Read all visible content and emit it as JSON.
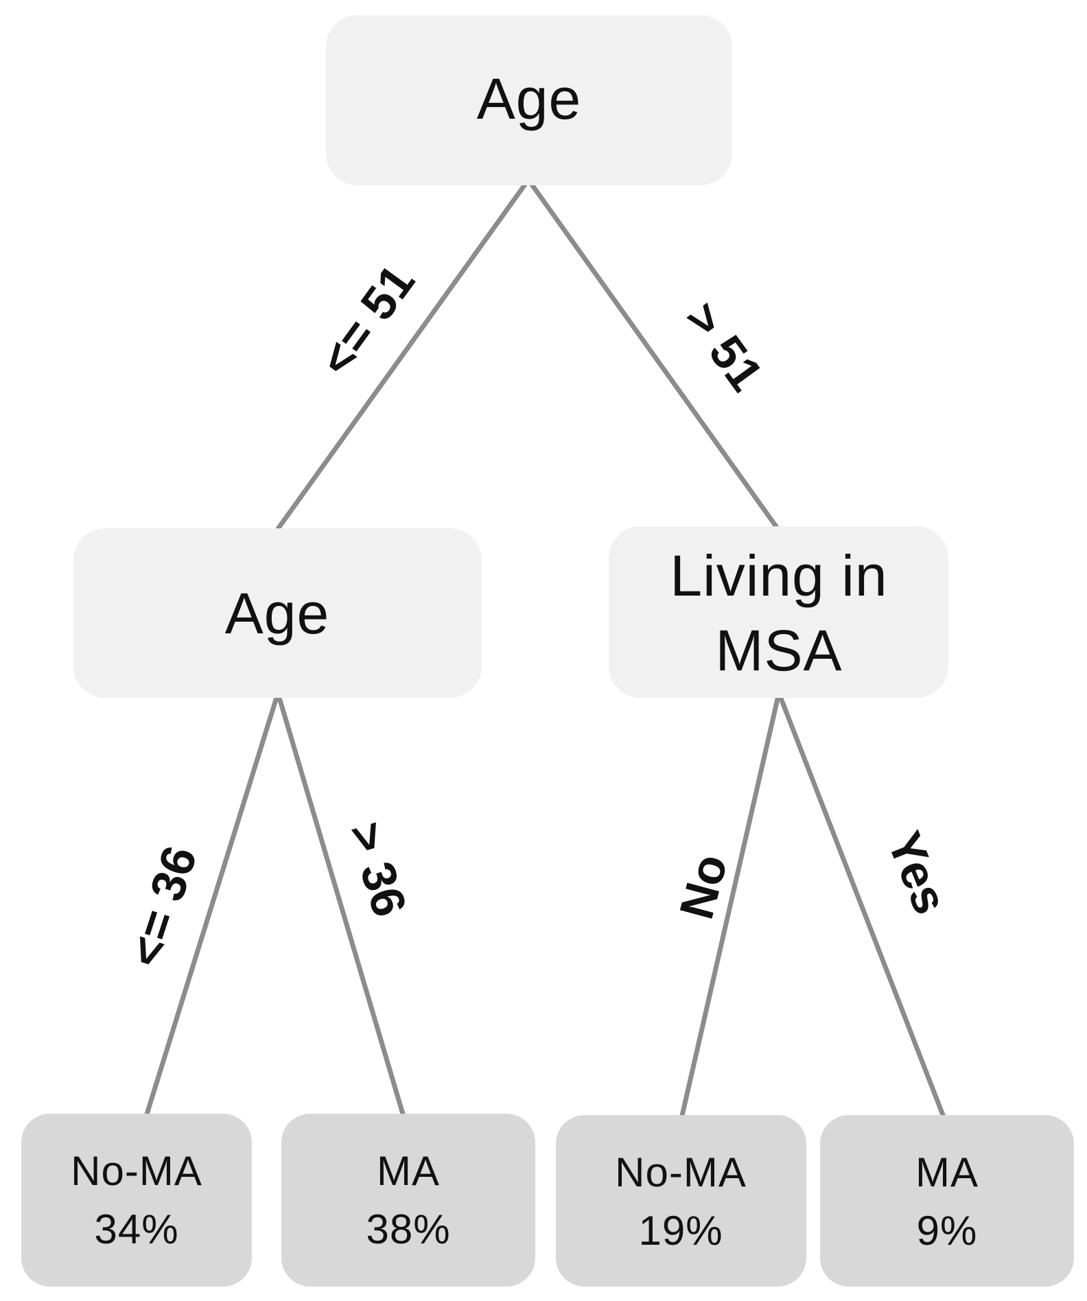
{
  "diagram": {
    "type": "decision-tree",
    "title": "",
    "colors": {
      "decision_fill": "#f1f1f1",
      "leaf_fill": "#d8d8d8",
      "edge_stroke": "#8c8c8c",
      "text": "#111111"
    },
    "nodes": {
      "root": {
        "label": "Age",
        "kind": "decision"
      },
      "age2": {
        "label": "Age",
        "kind": "decision"
      },
      "msa": {
        "lines": [
          "Living in",
          "MSA"
        ],
        "kind": "decision"
      },
      "leaf_no_ma_34": {
        "lines": [
          "No-MA",
          "34%"
        ],
        "kind": "leaf"
      },
      "leaf_ma_38": {
        "lines": [
          "MA",
          "38%"
        ],
        "kind": "leaf"
      },
      "leaf_no_ma_19": {
        "lines": [
          "No-MA",
          "19%"
        ],
        "kind": "leaf"
      },
      "leaf_ma_9": {
        "lines": [
          "MA",
          "9%"
        ],
        "kind": "leaf"
      }
    },
    "edges": {
      "root_left": {
        "from": "root",
        "to": "age2",
        "label": "<= 51"
      },
      "root_right": {
        "from": "root",
        "to": "msa",
        "label": "> 51"
      },
      "age2_left": {
        "from": "age2",
        "to": "leaf_no_ma_34",
        "label": "<= 36"
      },
      "age2_right": {
        "from": "age2",
        "to": "leaf_ma_38",
        "label": "> 36"
      },
      "msa_left": {
        "from": "msa",
        "to": "leaf_no_ma_19",
        "label": "No"
      },
      "msa_right": {
        "from": "msa",
        "to": "leaf_ma_9",
        "label": "Yes"
      }
    }
  }
}
